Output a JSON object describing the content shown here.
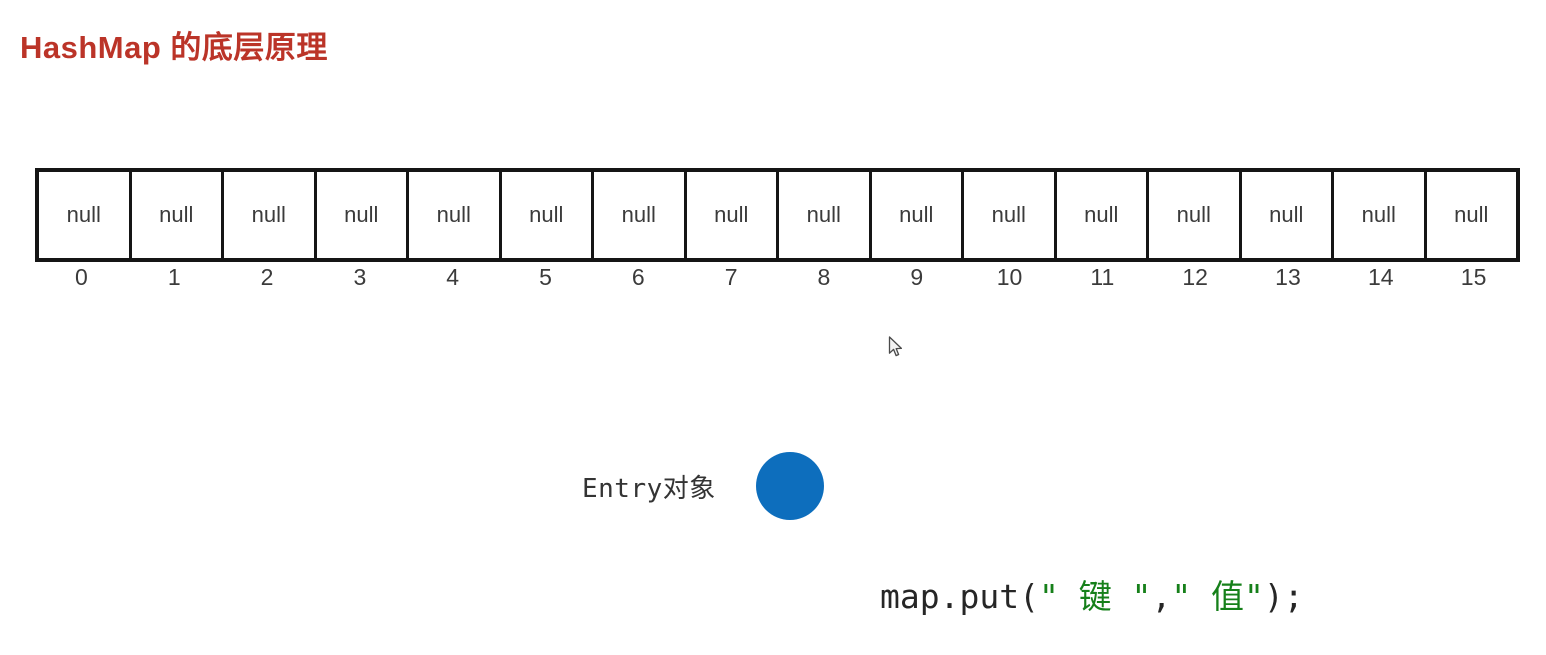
{
  "title": "HashMap 的底层原理",
  "title_color": "#bb3428",
  "array": {
    "name": "hashmap-bucket-array",
    "cells": [
      {
        "value": "null",
        "index": "0"
      },
      {
        "value": "null",
        "index": "1"
      },
      {
        "value": "null",
        "index": "2"
      },
      {
        "value": "null",
        "index": "3"
      },
      {
        "value": "null",
        "index": "4"
      },
      {
        "value": "null",
        "index": "5"
      },
      {
        "value": "null",
        "index": "6"
      },
      {
        "value": "null",
        "index": "7"
      },
      {
        "value": "null",
        "index": "8"
      },
      {
        "value": "null",
        "index": "9"
      },
      {
        "value": "null",
        "index": "10"
      },
      {
        "value": "null",
        "index": "11"
      },
      {
        "value": "null",
        "index": "12"
      },
      {
        "value": "null",
        "index": "13"
      },
      {
        "value": "null",
        "index": "14"
      },
      {
        "value": "null",
        "index": "15"
      }
    ]
  },
  "legend": {
    "label": "Entry对象",
    "circle_color": "#0d6ebd"
  },
  "code": {
    "prefix": "map.put(",
    "key_string": "\" 键 \"",
    "separator": ",",
    "value_string": "\" 值\"",
    "suffix": ");",
    "string_color": "#16801a",
    "text_color": "#262626"
  },
  "cursor": {
    "icon": "mouse-pointer-icon",
    "x": "893",
    "y": "345"
  }
}
